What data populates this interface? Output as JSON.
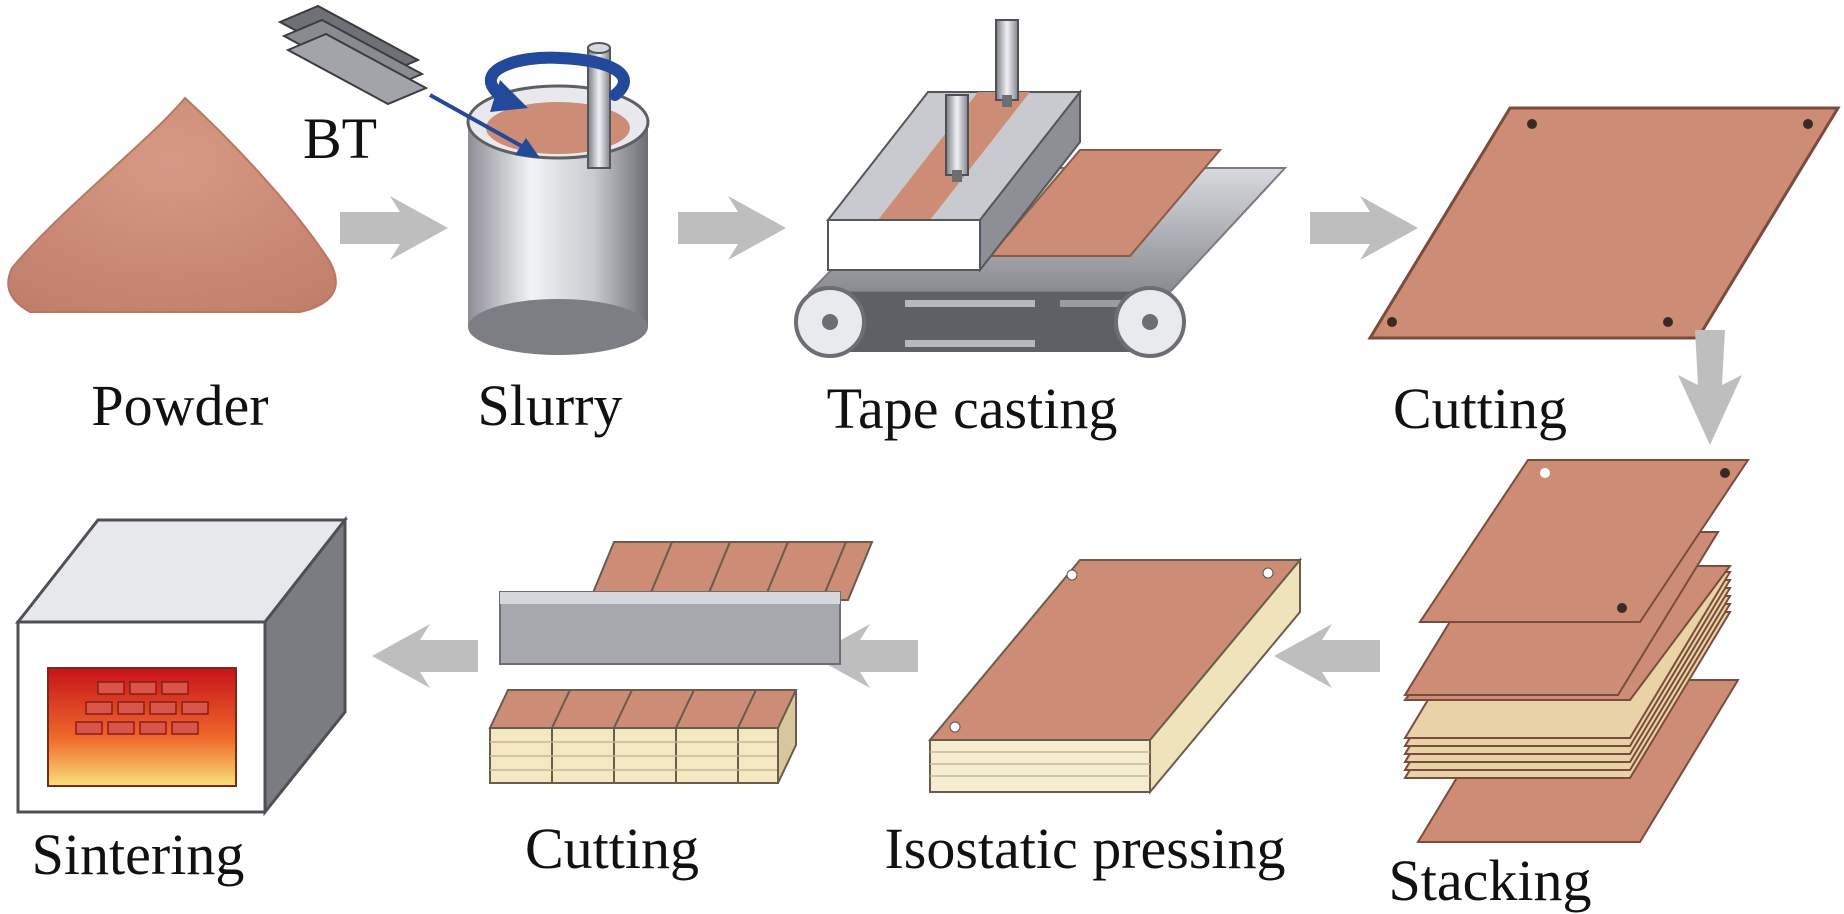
{
  "steps": {
    "powder": "Powder",
    "bt": "BT",
    "slurry": "Slurry",
    "tape_casting": "Tape casting",
    "cutting_sheet": "Cutting",
    "stacking": "Stacking",
    "isostatic_pressing": "Isostatic pressing",
    "cutting_block": "Cutting",
    "sintering": "Sintering"
  },
  "colors": {
    "ceramic": "#CD8C76",
    "ceramic_edge": "#8B5A48",
    "metal_light": "#E4E5E9",
    "metal_dark": "#6E6F75",
    "arrow": "#BEBEBE",
    "arrow_blue": "#234A9A",
    "chip_cream": "#F3E8C2",
    "furnace_glow": "#E2231A"
  }
}
